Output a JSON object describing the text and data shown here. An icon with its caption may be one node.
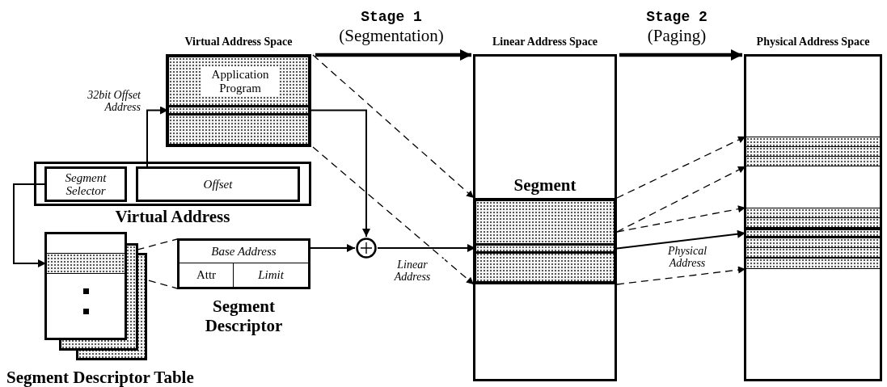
{
  "diagram": {
    "nodes": [
      {
        "text": [
          "Virtual Address Space",
          "Application Program"
        ]
      },
      {
        "text": [],
        "shape": "bar",
        "in": 0
      },
      {
        "text": [
          "Virtual Address"
        ]
      },
      {
        "text": [
          "Segment Selector"
        ],
        "in": 2
      },
      {
        "text": [
          "Offset"
        ],
        "in": 2
      },
      {
        "text": [
          "Segment Descriptor Table"
        ]
      },
      {
        "text": [],
        "shape": "bar",
        "in": 5
      },
      {
        "text": [
          "Segment Descriptor"
        ]
      },
      {
        "text": [
          "Base Address"
        ],
        "in": 7
      },
      {
        "text": [
          "Attr"
        ],
        "in": 7
      },
      {
        "text": [
          "Limit"
        ],
        "in": 7
      },
      {
        "text": [],
        "shape": "circle"
      },
      {
        "text": [
          "Linear Address Space"
        ]
      },
      {
        "text": [
          "Segment"
        ],
        "in": 12
      },
      {
        "text": [],
        "shape": "bar",
        "in": 13
      },
      {
        "text": [
          "Physical Address Space"
        ]
      },
      {
        "text": [],
        "shape": "bar",
        "in": 15
      },
      {
        "text": [],
        "shape": "bar",
        "in": 15
      },
      {
        "text": [],
        "shape": "bar",
        "in": 15
      },
      {
        "text": [],
        "shape": "bar",
        "in": 15
      },
      {
        "text": [],
        "shape": "bar",
        "in": 15
      },
      {
        "text": [],
        "shape": "bar",
        "in": 15
      },
      {
        "text": [],
        "shape": "bar",
        "in": 15
      },
      {
        "text": [],
        "shape": "bar",
        "in": 15
      },
      {
        "text": [],
        "shape": "bar",
        "in": 15
      }
    ],
    "edges": [
      {
        "from": 0,
        "to": 12,
        "arrow": "to",
        "style": "thick"
      },
      {
        "from": 12,
        "to": 15,
        "arrow": "to",
        "style": "thick"
      },
      {
        "from": 4,
        "to": 1,
        "arrow": "to",
        "label": "32bit Offset Address"
      },
      {
        "from": 1,
        "to": 11,
        "arrow": "to"
      },
      {
        "from": 3,
        "to": 6,
        "arrow": "to"
      },
      {
        "from": 6,
        "to": 7,
        "arrow": "none",
        "style": "dashed"
      },
      {
        "from": 6,
        "to": 7,
        "arrow": "none",
        "style": "dashed"
      },
      {
        "from": 8,
        "to": 11,
        "arrow": "to"
      },
      {
        "from": 11,
        "to": 14,
        "arrow": "to",
        "label": "Linear Address"
      },
      {
        "from": 0,
        "to": 13,
        "arrow": "to",
        "style": "dashed"
      },
      {
        "from": 0,
        "to": 13,
        "arrow": "to",
        "style": "dashed"
      },
      {
        "from": 13,
        "to": 16,
        "arrow": "to",
        "style": "dashed"
      },
      {
        "from": 13,
        "to": 18,
        "arrow": "to",
        "style": "dashed"
      },
      {
        "from": 13,
        "to": 19,
        "arrow": "to",
        "style": "dashed"
      },
      {
        "from": 14,
        "to": 21,
        "arrow": "to",
        "label": "Physical Address"
      },
      {
        "from": 13,
        "to": 24,
        "arrow": "to",
        "style": "dashed"
      }
    ],
    "labels": [
      "Stage 1",
      "(Segmentation)",
      "Stage 2",
      "(Paging)"
    ]
  }
}
